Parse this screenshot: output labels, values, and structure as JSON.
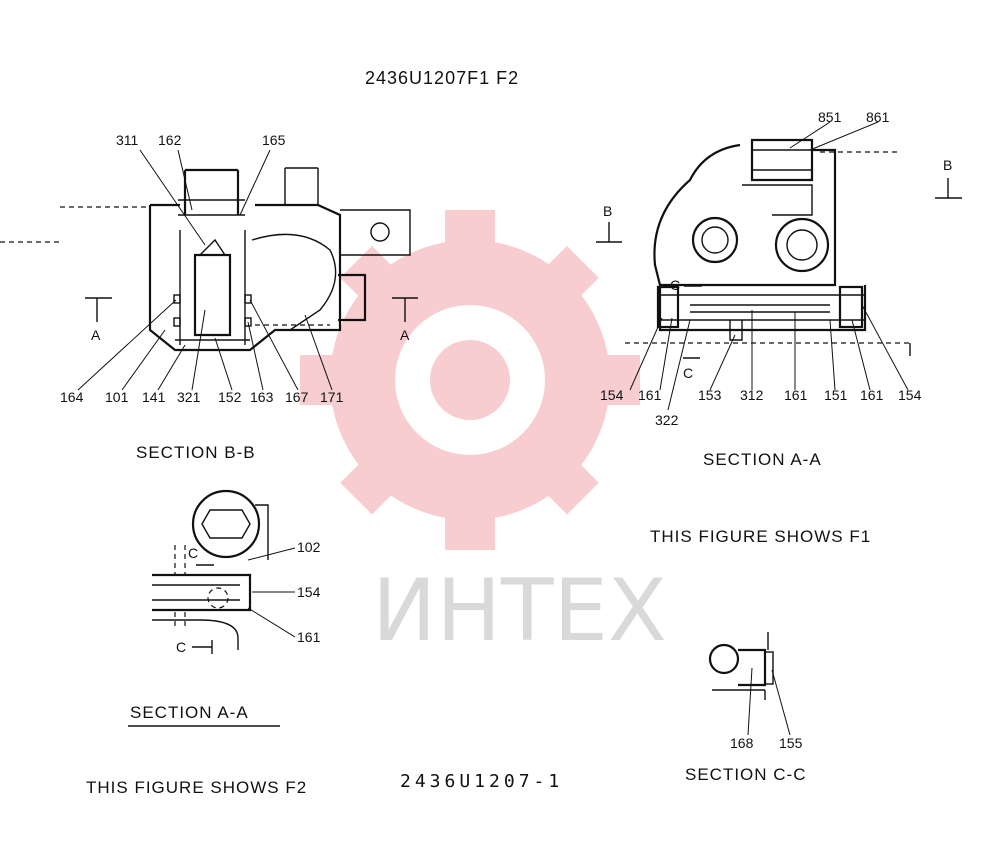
{
  "title": "2436U1207F1  F2",
  "drawing_number": "2436U1207-1",
  "watermark": "ИНТЕХ",
  "views": {
    "section_bb": {
      "caption": "SECTION  B-B",
      "cut_marks": [
        "A",
        "A"
      ],
      "callouts": [
        "311",
        "162",
        "165",
        "164",
        "101",
        "141",
        "321",
        "152",
        "163",
        "167",
        "171"
      ]
    },
    "section_aa_f1": {
      "caption": "SECTION  A-A",
      "cut_marks": [
        "B",
        "B",
        "C",
        "C"
      ],
      "callouts": [
        "851",
        "861",
        "154",
        "161",
        "322",
        "153",
        "312",
        "161",
        "151",
        "161",
        "154"
      ],
      "note": "THIS FIGURE SHOWS  F1"
    },
    "section_aa_f2": {
      "caption": "SECTION  A-A",
      "cut_marks": [
        "C",
        "C"
      ],
      "callouts": [
        "102",
        "154",
        "161"
      ],
      "note": "THIS FIGURE SHOWS  F2"
    },
    "section_cc": {
      "caption": "SECTION  C-C",
      "callouts": [
        "168",
        "155"
      ]
    }
  }
}
